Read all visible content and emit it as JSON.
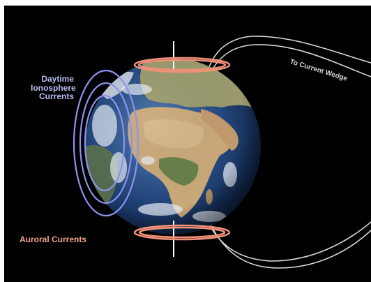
{
  "labels": {
    "daytime": [
      "Daytime",
      "Ionosphere",
      "Currents"
    ],
    "auroral": "Auroral Currents",
    "wedge": "To Current Wedge"
  },
  "colors": {
    "background": "#000000",
    "daytime_text": "#b8bcf2",
    "daytime_rings": "#8e93ee",
    "auroral_text": "#f3a08e",
    "auroral_rings": "#f09078",
    "wedge_lines": "#d8d8d8",
    "axis": "#ffffff",
    "ocean": "#2a4f8a",
    "land": "#c9a878",
    "cloud": "#e8eef6"
  }
}
